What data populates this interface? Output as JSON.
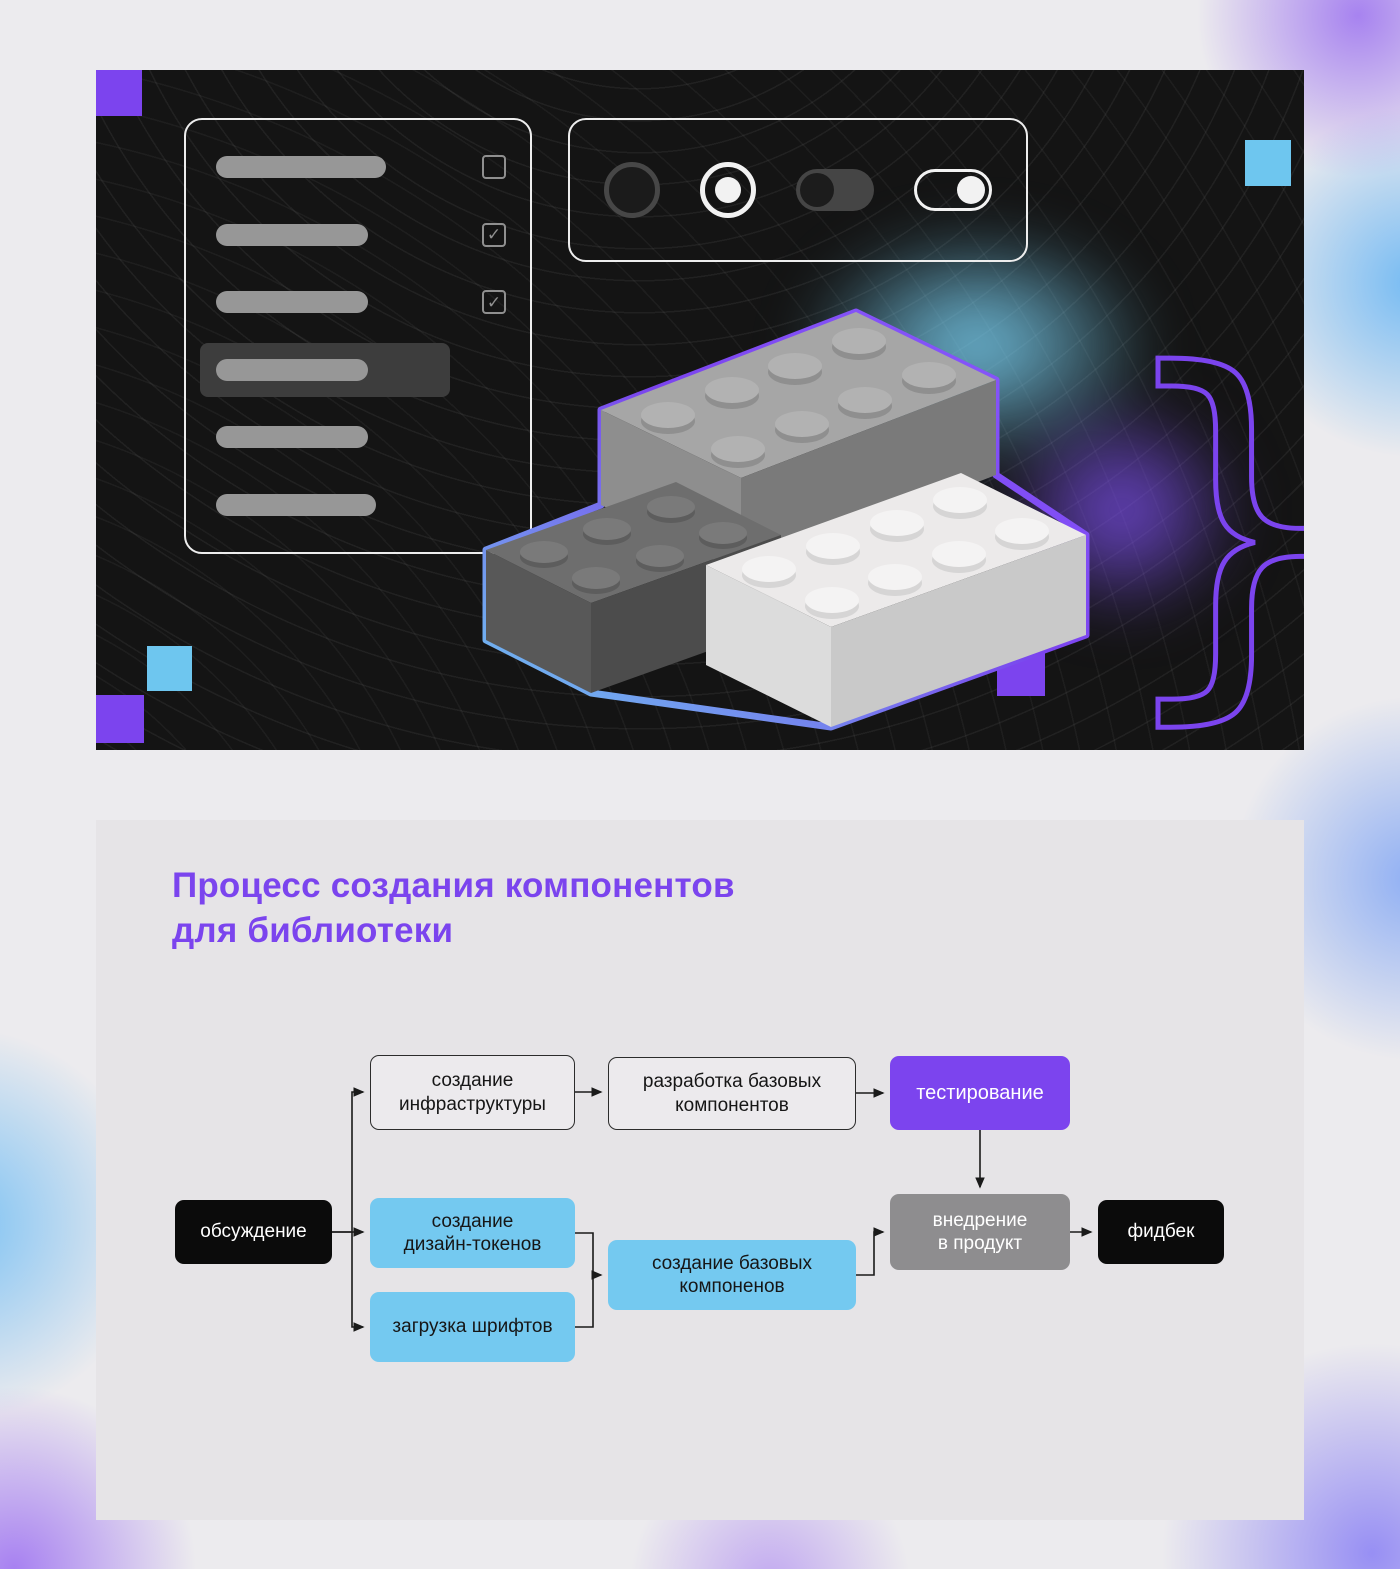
{
  "colors": {
    "accent_purple": "#7c44ee",
    "accent_blue": "#74c9f0",
    "hero_bg": "#141414",
    "panel_bg": "#e6e4e7",
    "node_black": "#0b0b0b",
    "node_gray": "#8e8d8f"
  },
  "hero": {
    "icons": [
      "checkbox-unchecked-icon",
      "checkbox-checked-icon",
      "radio-unselected-icon",
      "radio-selected-icon",
      "toggle-off-icon",
      "toggle-on-icon",
      "lego-bricks-illustration",
      "curly-brace-icon"
    ],
    "brace_glyph": "}"
  },
  "section": {
    "title": "Процесс создания компонентов\nдля библиотеки"
  },
  "chart_data": {
    "type": "flowchart",
    "nodes": [
      {
        "id": "discussion",
        "label": "обсуждение",
        "style": "black"
      },
      {
        "id": "infrastructure",
        "label": "создание\nинфраструктуры",
        "style": "outline"
      },
      {
        "id": "dev-base-components",
        "label": "разработка базовых\nкомпонентов",
        "style": "outline"
      },
      {
        "id": "testing",
        "label": "тестирование",
        "style": "purple"
      },
      {
        "id": "design-tokens",
        "label": "создание\nдизайн-токенов",
        "style": "blue"
      },
      {
        "id": "fonts-upload",
        "label": "загрузка шрифтов",
        "style": "blue"
      },
      {
        "id": "create-base-components",
        "label": "создание базовых\nкомпоненов",
        "style": "blue"
      },
      {
        "id": "product-rollout",
        "label": "внедрение\nв продукт",
        "style": "gray"
      },
      {
        "id": "feedback",
        "label": "фидбек",
        "style": "black"
      }
    ],
    "edges": [
      {
        "from": "discussion",
        "to": "infrastructure"
      },
      {
        "from": "discussion",
        "to": "design-tokens"
      },
      {
        "from": "discussion",
        "to": "fonts-upload"
      },
      {
        "from": "infrastructure",
        "to": "dev-base-components"
      },
      {
        "from": "dev-base-components",
        "to": "testing"
      },
      {
        "from": "testing",
        "to": "product-rollout"
      },
      {
        "from": "design-tokens",
        "to": "create-base-components"
      },
      {
        "from": "fonts-upload",
        "to": "create-base-components"
      },
      {
        "from": "create-base-components",
        "to": "product-rollout"
      },
      {
        "from": "product-rollout",
        "to": "feedback"
      }
    ]
  }
}
